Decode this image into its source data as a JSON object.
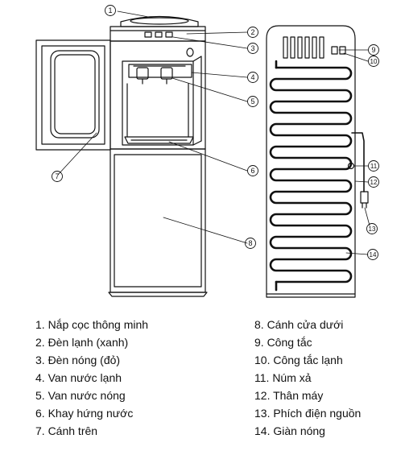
{
  "callouts": [
    "1",
    "2",
    "3",
    "4",
    "5",
    "6",
    "7",
    "8",
    "9",
    "10",
    "11",
    "12",
    "13",
    "14"
  ],
  "legend": {
    "left": [
      "1. Nắp cọc thông minh",
      "2. Đèn lạnh (xanh)",
      "3. Đèn nóng (đỏ)",
      "4. Van nước lạnh",
      "5. Van nước nóng",
      "6. Khay hứng nước",
      "7. Cánh trên"
    ],
    "right": [
      "8. Cánh cửa dưới",
      "9. Công tắc",
      "10. Công tắc lạnh",
      "11. Núm xả",
      "12. Thân máy",
      "13. Phích điện nguồn",
      "14. Giàn nóng"
    ]
  }
}
